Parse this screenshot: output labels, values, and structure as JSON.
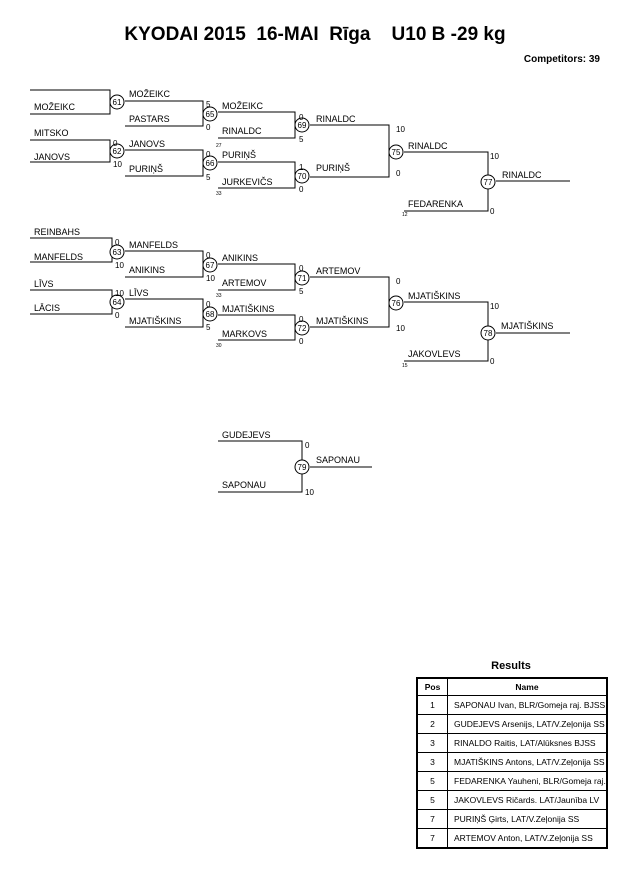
{
  "header": {
    "title": "KYODAI 2015  16-MAI  Rīga    U10 B -29 kg",
    "competitors": "Competitors: 39"
  },
  "pool_a": {
    "r1": [
      {
        "bout": "61",
        "top": "",
        "top_score": "",
        "bottom": "MOŽEIKC",
        "bottom_score": ""
      },
      {
        "bout": "62",
        "top": "MITSKO",
        "top_score": "0",
        "bottom": "JANOVS",
        "bottom_score": "10"
      }
    ],
    "r2": [
      {
        "bout": "65",
        "top": "MOŽEIKC",
        "top_score": "5",
        "bottom": "PASTARS",
        "bottom_score": "0",
        "bottom_note": "27"
      },
      {
        "bout": "66",
        "top": "JANOVS",
        "top_score": "0",
        "bottom": "PURIŅŠ",
        "bottom_score": "5"
      }
    ],
    "r3": [
      {
        "bout": "69",
        "top": "MOŽEIKC",
        "top_score": "0",
        "bottom": "RINALDC",
        "bottom_score": "5"
      },
      {
        "bout": "70",
        "top": "PURIŅŠ",
        "top_score": "1",
        "bottom": "JURKEVIČS",
        "bottom_score": "0",
        "bottom_note": "33"
      }
    ],
    "r4": {
      "bout": "75",
      "top": "RINALDC",
      "top_score": "10",
      "bottom": "PURIŅŠ",
      "bottom_score": "0"
    },
    "final": {
      "bout": "77",
      "top": "RINALDC",
      "top_score": "10",
      "bottom": "FEDARENKA",
      "bottom_score": "0",
      "bottom_note": "12",
      "winner": "RINALDC"
    }
  },
  "pool_b": {
    "r1": [
      {
        "bout": "63",
        "top": "REINBAHS",
        "top_score": "0",
        "bottom": "MANFELDS",
        "bottom_score": "10"
      },
      {
        "bout": "64",
        "top": "LĪVS",
        "top_score": "10",
        "bottom": "LĀCIS",
        "bottom_score": "0"
      }
    ],
    "r2": [
      {
        "bout": "67",
        "top": "MANFELDS",
        "top_score": "0",
        "bottom": "ANIKINS",
        "bottom_score": "10"
      },
      {
        "bout": "68",
        "top": "LĪVS",
        "top_score": "0",
        "bottom": "MJATIŠKINS",
        "bottom_score": "5"
      }
    ],
    "r3": [
      {
        "bout": "71",
        "top": "ANIKINS",
        "top_score": "0",
        "bottom": "ARTEMOV",
        "bottom_score": "5",
        "bottom_note": "33"
      },
      {
        "bout": "72",
        "top": "MJATIŠKINS",
        "top_score": "0",
        "bottom": "MARKOVS",
        "bottom_score": "0",
        "bottom_note": "30"
      }
    ],
    "r4": {
      "bout": "76",
      "top": "ARTEMOV",
      "top_score": "0",
      "bottom": "MJATIŠKINS",
      "bottom_score": "10"
    },
    "final": {
      "bout": "78",
      "top": "MJATIŠKINS",
      "top_score": "10",
      "bottom": "JAKOVLEVS",
      "bottom_score": "0",
      "bottom_note": "15",
      "winner": "MJATIŠKINS"
    }
  },
  "final_match": {
    "bout": "79",
    "top": "GUDEJEVS",
    "top_score": "0",
    "bottom": "SAPONAU",
    "bottom_score": "10",
    "winner": "SAPONAU"
  },
  "results": {
    "title": "Results",
    "col_pos": "Pos",
    "col_name": "Name",
    "rows": [
      {
        "pos": "1",
        "name": "SAPONAU  Ivan, BLR/Gomeja raj. BJSS"
      },
      {
        "pos": "2",
        "name": "GUDEJEVS Arsenijs, LAT/V.Zeļonija SS"
      },
      {
        "pos": "3",
        "name": "RINALDO Raitis, LAT/Alūksnes BJSS"
      },
      {
        "pos": "3",
        "name": "MJATIŠKINS Antons, LAT/V.Zeļonija SS"
      },
      {
        "pos": "5",
        "name": "FEDARENKA  Yauheni, BLR/Gomeja raj. B"
      },
      {
        "pos": "5",
        "name": "JAKOVLEVS Ričards. LAT/Jaunība LV"
      },
      {
        "pos": "7",
        "name": "PURIŅŠ Ģirts, LAT/V.Zeļonija SS"
      },
      {
        "pos": "7",
        "name": "ARTEMOV Anton, LAT/V.Zeļonija SS"
      }
    ]
  }
}
